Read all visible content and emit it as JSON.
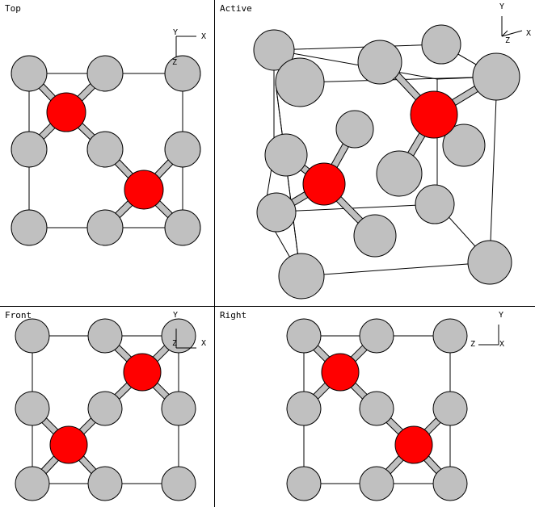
{
  "viewports": [
    {
      "id": "top",
      "label": "Top",
      "axes": {
        "h": "X",
        "v": "Y",
        "o": "Z"
      }
    },
    {
      "id": "active",
      "label": "Active",
      "axes": {
        "h": "X",
        "v": "Y",
        "o": "Z"
      }
    },
    {
      "id": "front",
      "label": "Front",
      "axes": {
        "h": "X",
        "v": "Y",
        "o": "Z"
      }
    },
    {
      "id": "right",
      "label": "Right",
      "axes": {
        "h": "Z",
        "v": "Y",
        "o": "X"
      }
    }
  ],
  "colors": {
    "atom_gray": "#c0c0c0",
    "atom_red": "#ff0000",
    "outline": "#000000",
    "background": "#ffffff"
  }
}
